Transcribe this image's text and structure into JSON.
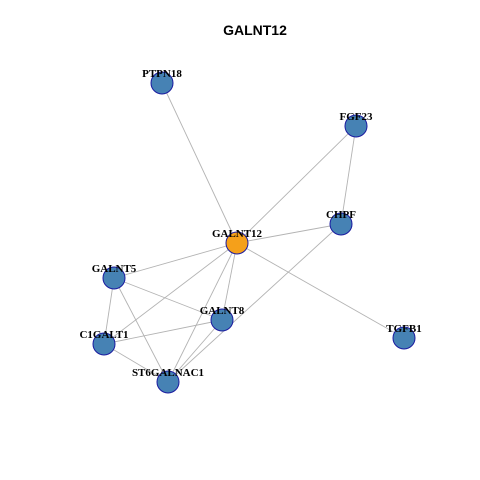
{
  "title": "GALNT12",
  "colors": {
    "hub": "#f5a01a",
    "node": "#4682b4",
    "node_border": "#1a1aa0",
    "edge": "#b3b3b3"
  },
  "network": {
    "nodes": [
      {
        "id": "PTPN18",
        "label": "PTPN18",
        "hub": false
      },
      {
        "id": "FGF23",
        "label": "FGF23",
        "hub": false
      },
      {
        "id": "CHPF",
        "label": "CHPF",
        "hub": false
      },
      {
        "id": "GALNT12",
        "label": "GALNT12",
        "hub": true
      },
      {
        "id": "GALNT5",
        "label": "GALNT5",
        "hub": false
      },
      {
        "id": "GALNT8",
        "label": "GALNT8",
        "hub": false
      },
      {
        "id": "C1GALT1",
        "label": "C1GALT1",
        "hub": false
      },
      {
        "id": "ST6GALNAC1",
        "label": "ST6GALNAC1",
        "hub": false
      },
      {
        "id": "TGFB1",
        "label": "TGFB1",
        "hub": false
      }
    ],
    "edges": [
      [
        "GALNT12",
        "PTPN18"
      ],
      [
        "GALNT12",
        "FGF23"
      ],
      [
        "GALNT12",
        "CHPF"
      ],
      [
        "GALNT12",
        "GALNT5"
      ],
      [
        "GALNT12",
        "GALNT8"
      ],
      [
        "GALNT12",
        "C1GALT1"
      ],
      [
        "GALNT12",
        "ST6GALNAC1"
      ],
      [
        "GALNT12",
        "TGFB1"
      ],
      [
        "FGF23",
        "CHPF"
      ],
      [
        "CHPF",
        "ST6GALNAC1"
      ],
      [
        "GALNT5",
        "GALNT8"
      ],
      [
        "GALNT5",
        "C1GALT1"
      ],
      [
        "GALNT5",
        "ST6GALNAC1"
      ],
      [
        "GALNT8",
        "C1GALT1"
      ],
      [
        "GALNT8",
        "ST6GALNAC1"
      ],
      [
        "C1GALT1",
        "ST6GALNAC1"
      ]
    ]
  }
}
